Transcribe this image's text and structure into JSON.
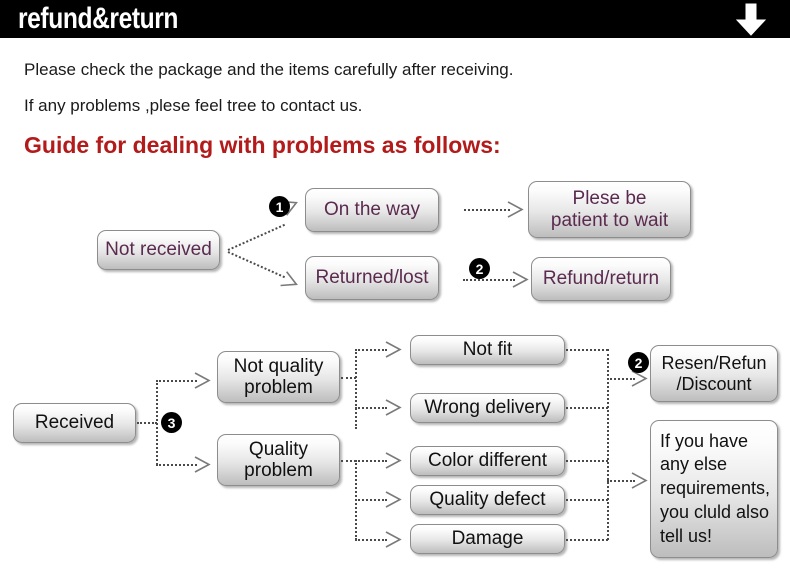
{
  "header": {
    "title": "refund&return",
    "arrow_icon": "down-arrow-icon",
    "background_color": "#000000",
    "text_color": "#ffffff"
  },
  "intro": {
    "line1": "Please check the package and the items carefully after receiving.",
    "line2": "If any problems ,plese feel tree to contact us.",
    "guide_heading": "Guide for dealing with problems as follows:",
    "heading_color": "#b31b1b"
  },
  "flow_not_received": {
    "root": "Not received",
    "step1_badge": "1",
    "step2_badge": "2",
    "on_the_way": "On the way",
    "returned_lost": "Returned/lost",
    "please_wait": "Plese be\npatient to wait",
    "please_wait_line1": "Plese be",
    "please_wait_line2": "patient to wait",
    "refund_return": "Refund/return",
    "text_color": "#5b2a4f"
  },
  "flow_received": {
    "root": "Received",
    "step3_badge": "3",
    "step2_badge": "2",
    "not_quality_problem_line1": "Not quality",
    "not_quality_problem_line2": "problem",
    "quality_problem_line1": "Quality",
    "quality_problem_line2": "problem",
    "not_fit": "Not fit",
    "wrong_delivery": "Wrong delivery",
    "color_different": "Color different",
    "quality_defect": "Quality defect",
    "damage": "Damage",
    "resend_line1": "Resen/Refun",
    "resend_line2": "/Discount",
    "contact_note": "If you have\nany else\nrequirements,\nyou cluld also\ntell us!",
    "contact_note_line1": "If you have",
    "contact_note_line2": "any else",
    "contact_note_line3": "requirements,",
    "contact_note_line4": "you cluld also",
    "contact_note_line5": "tell us!",
    "text_color": "#111111"
  },
  "style": {
    "node_border_color": "#8d8d8d",
    "connector_color": "#4a4a4a",
    "page_background": "#ffffff"
  }
}
